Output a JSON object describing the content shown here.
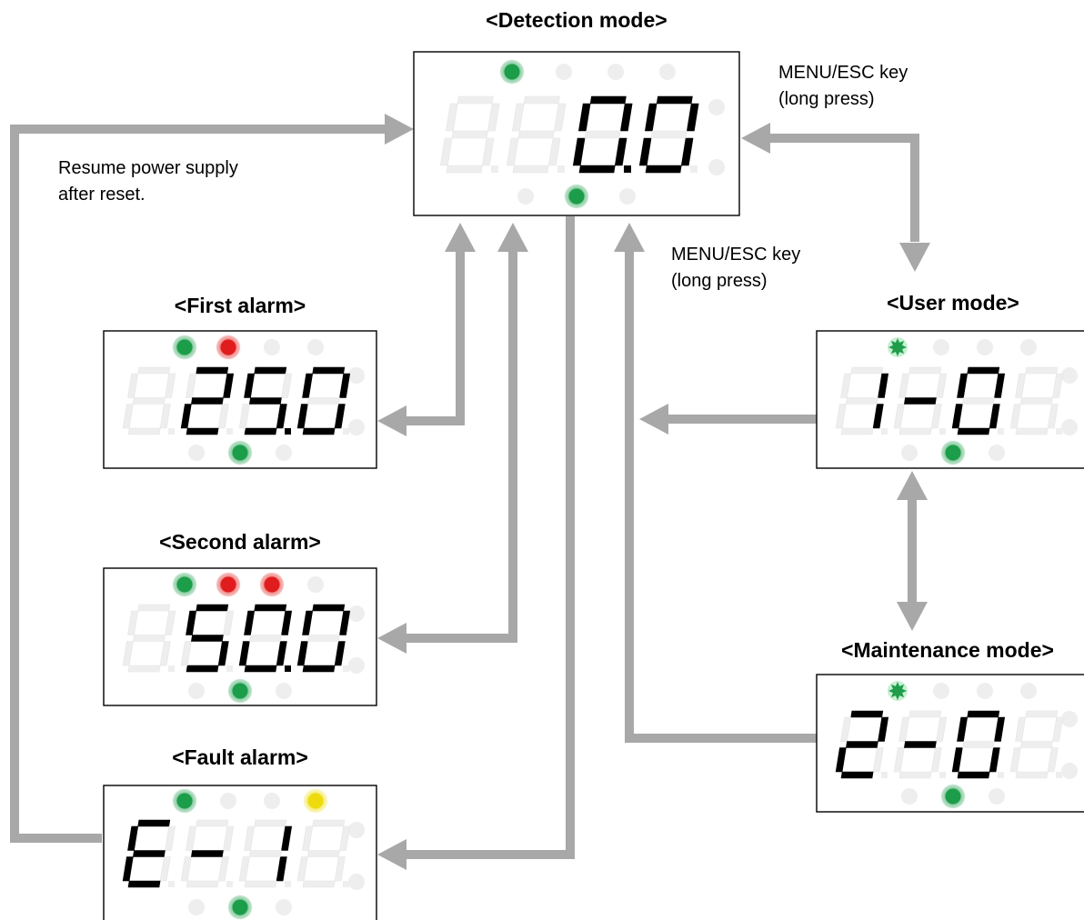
{
  "titles": {
    "detection": "<Detection mode>",
    "first_alarm": "<First alarm>",
    "second_alarm": "<Second alarm>",
    "fault_alarm": "<Fault alarm>",
    "user_mode": "<User mode>",
    "maintenance_mode": "<Maintenance mode>"
  },
  "notes": {
    "resume_power": [
      "Resume power supply",
      "after reset."
    ],
    "menu_key_right": [
      "MENU/ESC key",
      "(long press)"
    ],
    "menu_key_center": [
      "MENU/ESC key",
      "(long press)"
    ]
  },
  "colors": {
    "arrow": "#a8a8a8",
    "led_green": "#1f9d4a",
    "led_red": "#e01b1b",
    "led_yellow": "#eedb10",
    "led_off": "#eeeeee",
    "segment_on": "#000000",
    "segment_ghost": "#eeeeee"
  },
  "panels": [
    {
      "id": "detection",
      "display": [
        "",
        "",
        "0.",
        "0"
      ],
      "top_leds": [
        "green",
        "off",
        "off",
        "off"
      ],
      "bottom_leds": [
        "off",
        "green",
        "off"
      ]
    },
    {
      "id": "first-alarm",
      "display": [
        "",
        "2",
        "5.",
        "0"
      ],
      "top_leds": [
        "green",
        "red",
        "off",
        "off"
      ],
      "bottom_leds": [
        "off",
        "green",
        "off"
      ]
    },
    {
      "id": "second-alarm",
      "display": [
        "",
        "5",
        "0.",
        "0"
      ],
      "top_leds": [
        "green",
        "red",
        "red",
        "off"
      ],
      "bottom_leds": [
        "off",
        "green",
        "off"
      ]
    },
    {
      "id": "fault-alarm",
      "display": [
        "E",
        "-",
        "1",
        ""
      ],
      "top_leds": [
        "green",
        "off",
        "off",
        "yellow"
      ],
      "bottom_leds": [
        "off",
        "green",
        "off"
      ]
    },
    {
      "id": "user-mode",
      "display": [
        "1",
        "-",
        "0",
        ""
      ],
      "top_leds": [
        "green-blink",
        "off",
        "off",
        "off"
      ],
      "bottom_leds": [
        "off",
        "green",
        "off"
      ]
    },
    {
      "id": "maintenance-mode",
      "display": [
        "2",
        "-",
        "0",
        ""
      ],
      "top_leds": [
        "green-blink",
        "off",
        "off",
        "off"
      ],
      "bottom_leds": [
        "off",
        "green",
        "off"
      ]
    }
  ]
}
